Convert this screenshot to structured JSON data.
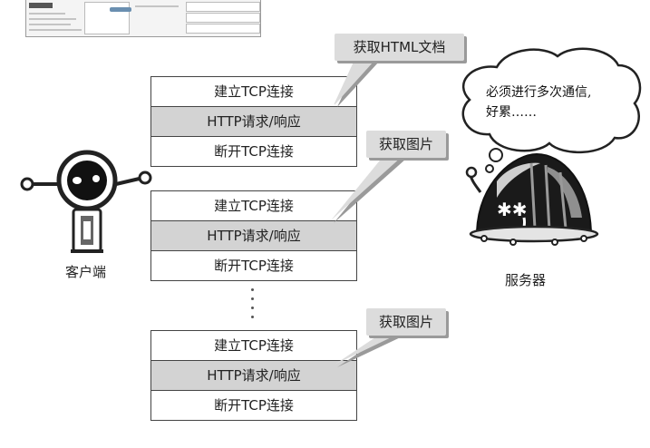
{
  "requests": [
    {
      "callout": "获取HTML文档",
      "steps": [
        "建立TCP连接",
        "HTTP请求/响应",
        "断开TCP连接"
      ]
    },
    {
      "callout": "获取图片",
      "steps": [
        "建立TCP连接",
        "HTTP请求/响应",
        "断开TCP连接"
      ]
    },
    {
      "callout": "获取图片",
      "steps": [
        "建立TCP连接",
        "HTTP请求/响应",
        "断开TCP连接"
      ]
    }
  ],
  "client": {
    "label": "客户端",
    "icon": "robot-client-icon"
  },
  "server": {
    "label": "服务器",
    "icon": "dome-server-icon",
    "thought_line1": "必须进行多次通信,",
    "thought_line2": "好累……"
  }
}
